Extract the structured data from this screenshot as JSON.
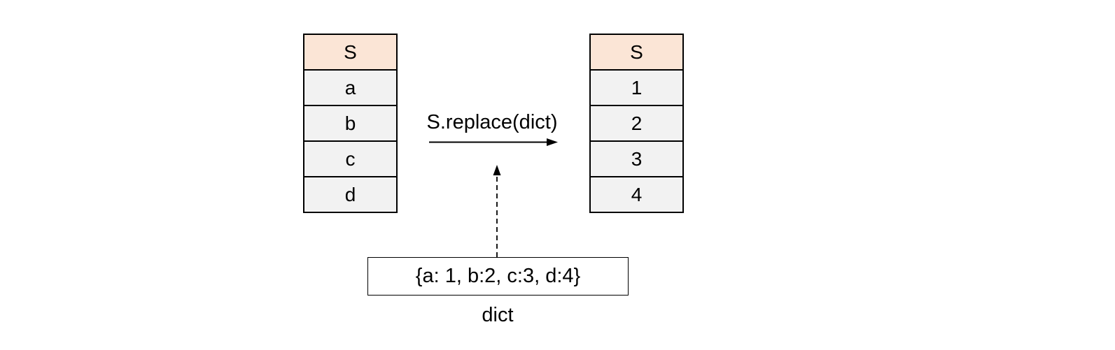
{
  "diagram": {
    "input_table": {
      "header": "S",
      "rows": [
        "a",
        "b",
        "c",
        "d"
      ]
    },
    "output_table": {
      "header": "S",
      "rows": [
        "1",
        "2",
        "3",
        "4"
      ]
    },
    "arrow_label": "S.replace(dict)",
    "dict_box_text": "{a: 1, b:2, c:3, d:4}",
    "dict_label": "dict",
    "colors": {
      "canvas_bg": "#ffffff",
      "header_bg": "#fbe5d6",
      "row_bg": "#f2f2f2",
      "border": "#000000",
      "arrow": "#000000",
      "text": "#000000"
    }
  }
}
